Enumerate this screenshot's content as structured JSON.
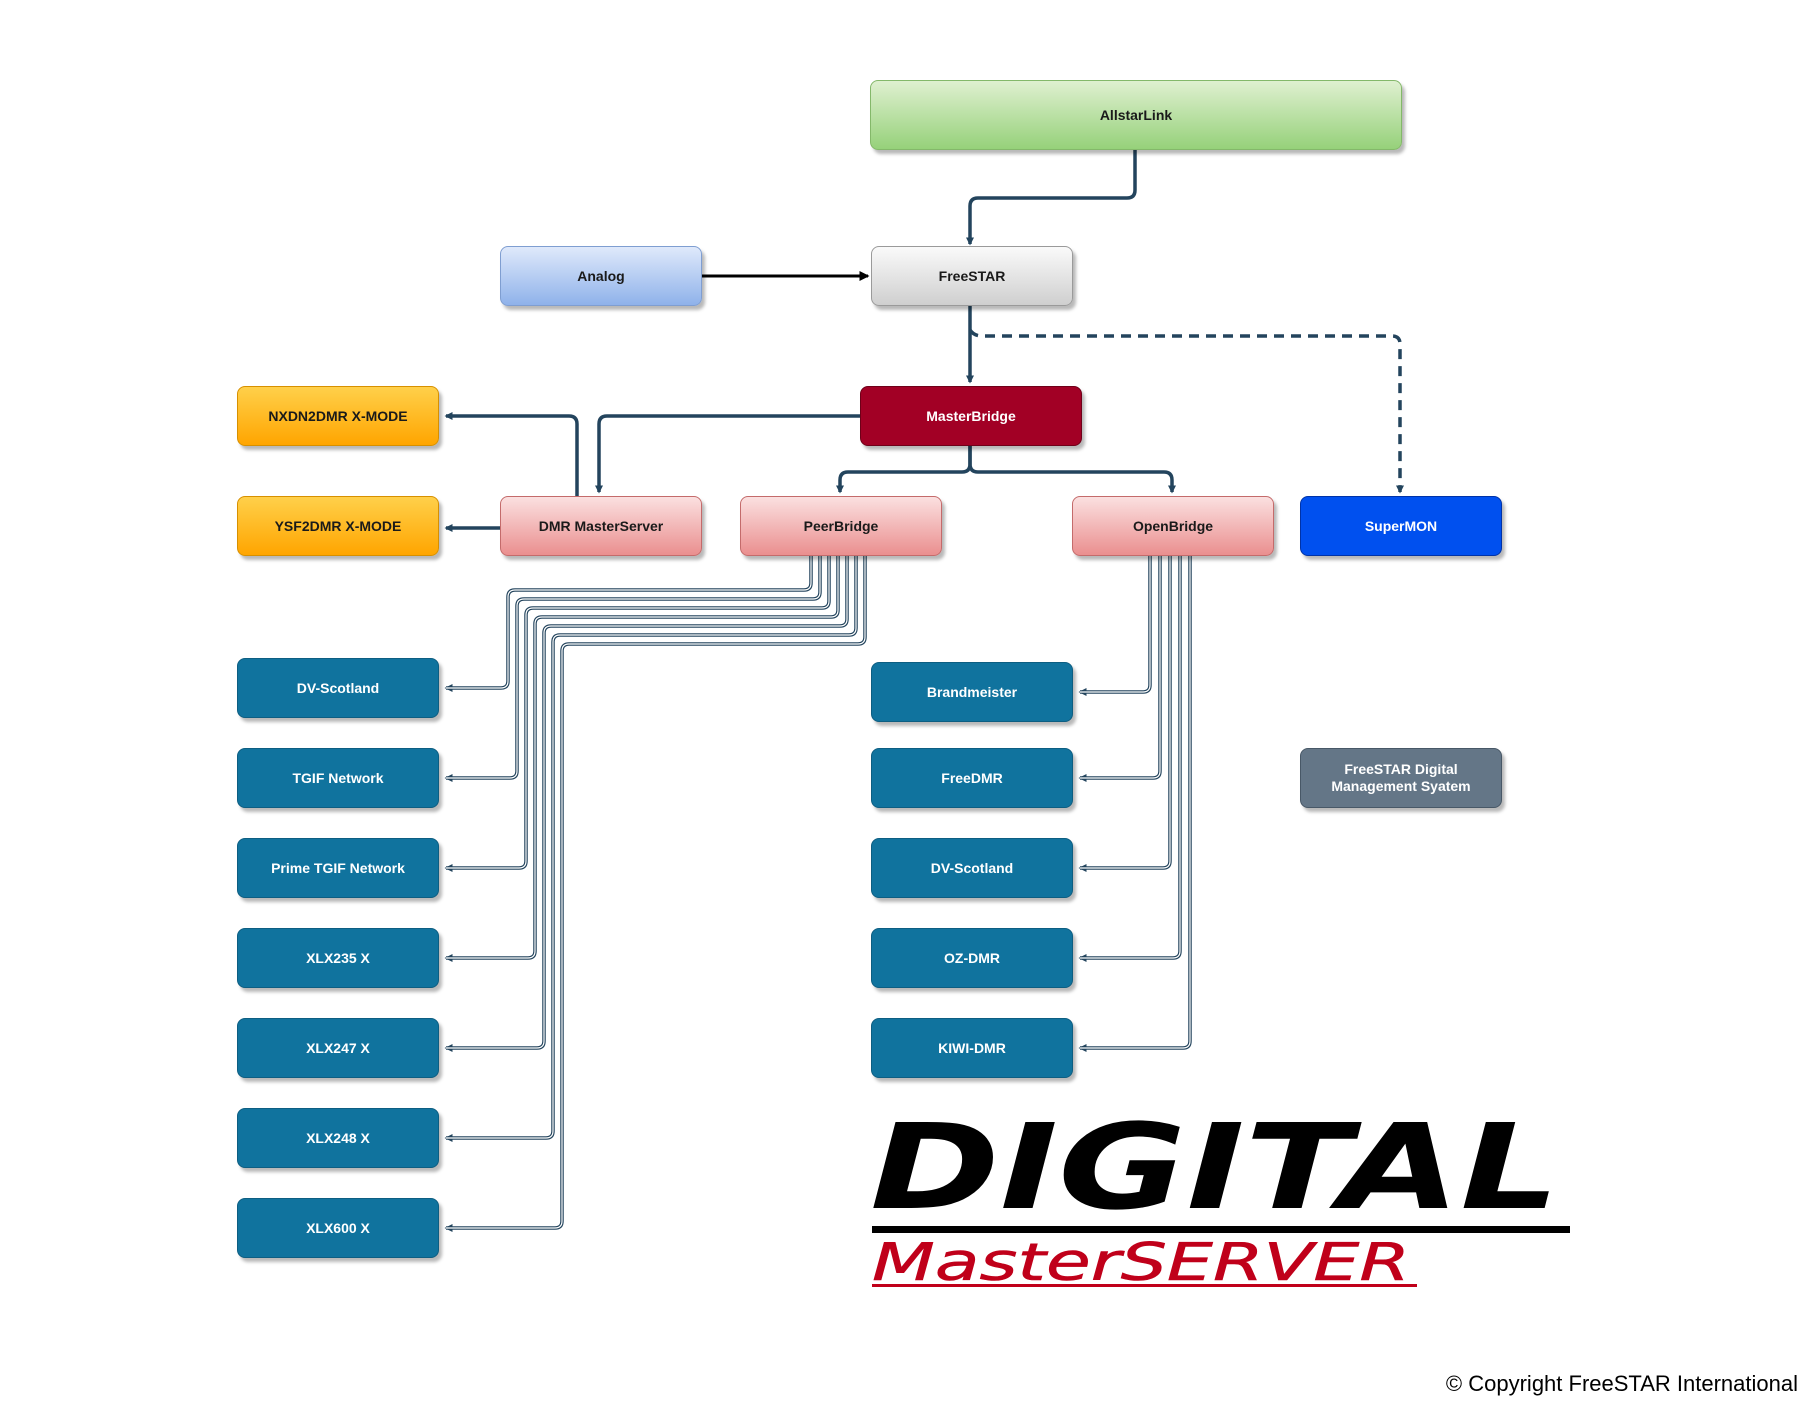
{
  "nodes": {
    "allstarlink": "AllstarLink",
    "analog": "Analog",
    "freestar": "FreeSTAR",
    "masterbridge": "MasterBridge",
    "nxdn2dmr": "NXDN2DMR X-MODE",
    "ysf2dmr": "YSF2DMR X-MODE",
    "dmr_masterserver": "DMR MasterServer",
    "peerbridge": "PeerBridge",
    "openbridge": "OpenBridge",
    "supermon": "SuperMON",
    "freestar_dms": "FreeSTAR Digital Management Syatem"
  },
  "peer_networks": [
    "DV-Scotland",
    "TGIF Network",
    "Prime TGIF Network",
    "XLX235 X",
    "XLX247 X",
    "XLX248 X",
    "XLX600 X"
  ],
  "open_networks": [
    "Brandmeister",
    "FreeDMR",
    "DV-Scotland",
    "OZ-DMR",
    "KIWI-DMR"
  ],
  "logo": {
    "line1": "DIGITAL",
    "line2": "MasterSERVER"
  },
  "copyright": "© Copyright FreeSTAR International",
  "colors": {
    "connector": "#23445d",
    "teal": "#10739e",
    "dark_red": "#a20025",
    "royal_blue": "#0050ef",
    "orange": "#ffa500",
    "slate": "#647687",
    "logo_red": "#c0001a"
  }
}
